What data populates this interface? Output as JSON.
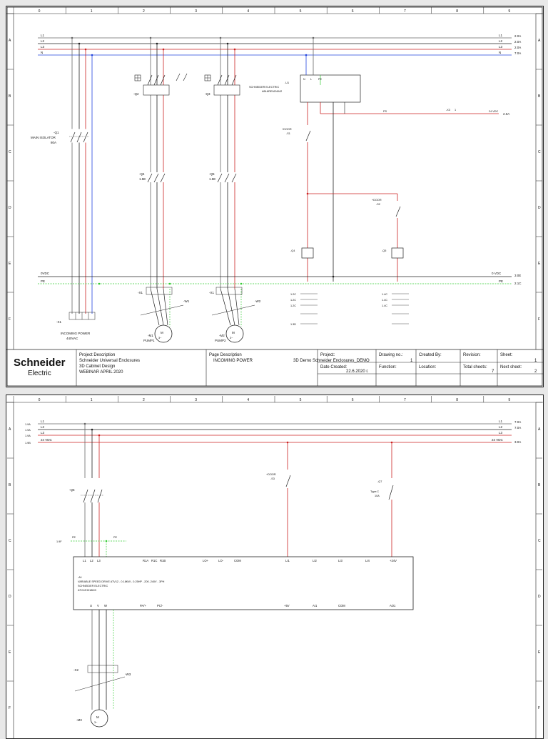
{
  "columns": [
    "0",
    "1",
    "2",
    "3",
    "4",
    "5",
    "6",
    "7",
    "8",
    "9"
  ],
  "rows": [
    "A",
    "B",
    "C",
    "D",
    "E",
    "F"
  ],
  "sheet1": {
    "bus_left": [
      "L1",
      "L2",
      "L3",
      "N"
    ],
    "bus_right": [
      "L1",
      "L2",
      "L3",
      "N"
    ],
    "bus_refs": [
      "2.0A",
      "2.0A",
      "2.0A",
      "7.0A"
    ],
    "main_isolator": {
      "tag": "-Q1",
      "name": "MAIN ISOLATOR",
      "rating": "80A"
    },
    "q2": "-Q2",
    "q3": "-Q3",
    "q4": {
      "tag": "-Q4",
      "ref": "1.5E"
    },
    "q5": {
      "tag": "-Q5",
      "ref": "1.5E"
    },
    "psu": {
      "tag": "-U1",
      "maker": "SCHNEIDER ELECTRIC",
      "part": "ABL8REM24042",
      "terms": [
        "N",
        "L",
        "PE"
      ]
    },
    "dc_line": {
      "label": "24 VDC",
      "ref": "2.0A",
      "x3": "-X3",
      "x3_pin": "1",
      "wire": "PS"
    },
    "door1": {
      "tag": "+DOOR",
      "id": "-S1"
    },
    "door2": {
      "tag": "+DOOR",
      "id": "-S2"
    },
    "coil_q4": "-Q4",
    "coil_q5": "-Q5",
    "zero_vdc_left": "0VDC",
    "pe_left": "PE",
    "zero_vdc_right": "0 VDC",
    "zero_vdc_ref": "3.0E",
    "pe_right": "PE",
    "pe_ref": "2.1C",
    "incoming_power": {
      "title": "INCOMING POWER",
      "voltage": "440VAC",
      "terminal": "-X1"
    },
    "motor1": {
      "tag": "-M1",
      "name": "PUMP1",
      "cable": "-W1"
    },
    "motor2": {
      "tag": "-M2",
      "name": "PUMP2",
      "cable": "-W2"
    },
    "contacts_q4": [
      "1.2C",
      "1.2C",
      "1.2C",
      "1.3D"
    ],
    "contacts_q5": [
      "1.4C",
      "1.4C",
      "1.4C"
    ]
  },
  "sheet2": {
    "bus_left": [
      "L1",
      "L2",
      "L3",
      "24 VDC"
    ],
    "bus_left_refs": [
      "1.9A",
      "1.9A",
      "1.9A",
      "1.9B"
    ],
    "bus_right": [
      "L1",
      "L2",
      "L3",
      "24 VDC"
    ],
    "bus_right_refs": [
      "7.0A",
      "7.0A",
      "",
      "3.0A"
    ],
    "q6": "-Q6",
    "q7": {
      "tag": "-Q7",
      "type": "Type:C",
      "rating": "10A"
    },
    "door3": {
      "tag": "+DOOR",
      "id": "-S3"
    },
    "pe_in": {
      "ref": "1.9F",
      "label": "PE"
    },
    "pe_out": "PE",
    "drive": {
      "tag": "-A1",
      "desc1": "VARIABLE SPEED DRIVE ATV12 - 0.18KW - 0.25HP - 200..240V - 3PH",
      "desc2": "SCHNEIDER ELECTRIC",
      "desc3": "ATV12H018M3",
      "top_terms": [
        "L1",
        "L2",
        "L3",
        "R1A",
        "R1C",
        "R1B",
        "LO+",
        "LO-",
        "COM",
        "LI1",
        "LI2",
        "LI3",
        "LI4",
        "+24V"
      ],
      "bottom_terms": [
        "U",
        "V",
        "W",
        "PA/+",
        "PC/-",
        "+5V",
        "AI1",
        "COM",
        "AO1"
      ]
    },
    "x2": "-X2",
    "motor3": {
      "tag": "-M3",
      "cable": "-W3"
    }
  },
  "titleblock": {
    "logo_line1": "Schneider",
    "logo_line2": "Electric",
    "project_description_label": "Project Description",
    "project_description": [
      "Schneider Universal Enclosures",
      "3D Cabinet Design",
      "WEBINAR APRIL 2020"
    ],
    "page_description_label": "Page Description",
    "page_description": "INCOMING POWER",
    "project_label": "Project:",
    "project": "3D Demo Schneider Enclosures_DEMO",
    "drawing_no_label": "Drawing no.:",
    "drawing_no": "1",
    "created_by_label": "Created By:",
    "revision_label": "Revision:",
    "sheet_label": "Sheet:",
    "sheet": "1",
    "date_created_label": "Date Created:",
    "date_created": "22.6.2020 г.",
    "function_label": "Function:",
    "location_label": "Location:",
    "total_sheets_label": "Total sheets:",
    "total_sheets": "7",
    "next_sheet_label": "Next sheet:",
    "next_sheet": "2"
  },
  "colors": {
    "L": "#555555",
    "N": "#2244dd",
    "red": "#cc2222",
    "pe": "#33cc33",
    "dark": "#111111",
    "brand": "#3dcd58"
  }
}
